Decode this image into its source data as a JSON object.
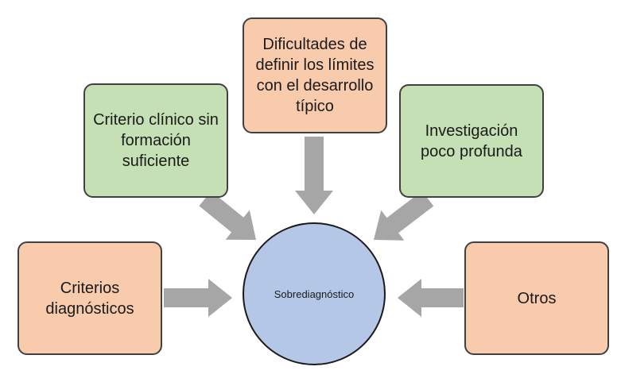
{
  "center": {
    "label": "Sobrediagnóstico"
  },
  "nodes": [
    {
      "id": "dificultades",
      "label": "Dificultades de definir los límites con el desarrollo típico",
      "fill": "#f8cbad"
    },
    {
      "id": "criterio-clinico",
      "label": "Criterio clínico sin formación suficiente",
      "fill": "#c5e0b4"
    },
    {
      "id": "investigacion",
      "label": "Investigación poco profunda",
      "fill": "#c5e0b4"
    },
    {
      "id": "criterios-diagnosticos",
      "label": "Criterios diagnósticos",
      "fill": "#f8cbad"
    },
    {
      "id": "otros",
      "label": "Otros",
      "fill": "#f8cbad"
    }
  ],
  "colors": {
    "center_fill": "#b4c7e7",
    "arrow": "#a6a6a6",
    "border": "#404040"
  }
}
